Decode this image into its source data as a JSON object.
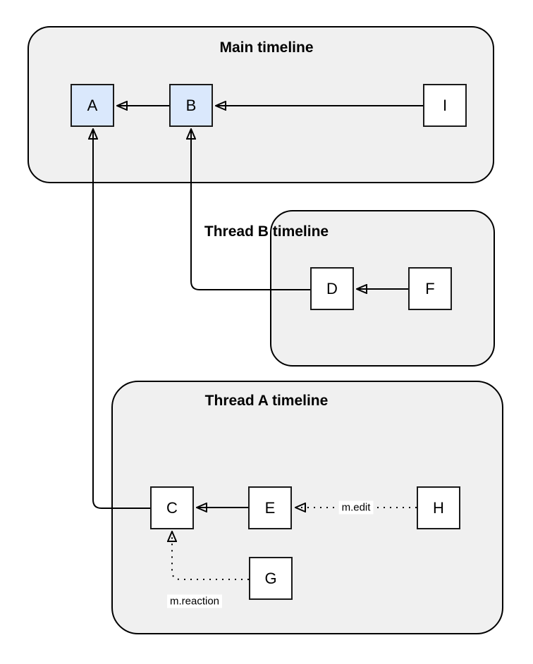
{
  "diagram": {
    "containers": {
      "main": {
        "title": "Main timeline"
      },
      "thread_b": {
        "title": "Thread B timeline"
      },
      "thread_a": {
        "title": "Thread A timeline"
      }
    },
    "nodes": {
      "A": {
        "label": "A",
        "timeline": "main",
        "highlighted": true
      },
      "B": {
        "label": "B",
        "timeline": "main",
        "highlighted": true
      },
      "I": {
        "label": "I",
        "timeline": "main",
        "highlighted": false
      },
      "D": {
        "label": "D",
        "timeline": "thread_b",
        "highlighted": false
      },
      "F": {
        "label": "F",
        "timeline": "thread_b",
        "highlighted": false
      },
      "C": {
        "label": "C",
        "timeline": "thread_a",
        "highlighted": false
      },
      "E": {
        "label": "E",
        "timeline": "thread_a",
        "highlighted": false
      },
      "H": {
        "label": "H",
        "timeline": "thread_a",
        "highlighted": false
      },
      "G": {
        "label": "G",
        "timeline": "thread_a",
        "highlighted": false
      }
    },
    "edges": [
      {
        "from": "B",
        "to": "A",
        "style": "solid",
        "label": ""
      },
      {
        "from": "I",
        "to": "B",
        "style": "solid",
        "label": ""
      },
      {
        "from": "F",
        "to": "D",
        "style": "solid",
        "label": ""
      },
      {
        "from": "D",
        "to": "B",
        "style": "solid",
        "label": ""
      },
      {
        "from": "E",
        "to": "C",
        "style": "solid",
        "label": ""
      },
      {
        "from": "C",
        "to": "A",
        "style": "solid",
        "label": ""
      },
      {
        "from": "H",
        "to": "E",
        "style": "dotted",
        "label": "m.edit"
      },
      {
        "from": "G",
        "to": "C",
        "style": "dotted",
        "label": "m.reaction"
      }
    ],
    "edge_labels": {
      "edit": "m.edit",
      "reaction": "m.reaction"
    },
    "colors": {
      "container_fill": "#f0f0f0",
      "container_border": "#000000",
      "node_fill": "#ffffff",
      "node_highlight_fill": "#dae8fc",
      "node_border": "#1a1a1a",
      "edge": "#000000",
      "label_bg": "#ffffff"
    }
  }
}
